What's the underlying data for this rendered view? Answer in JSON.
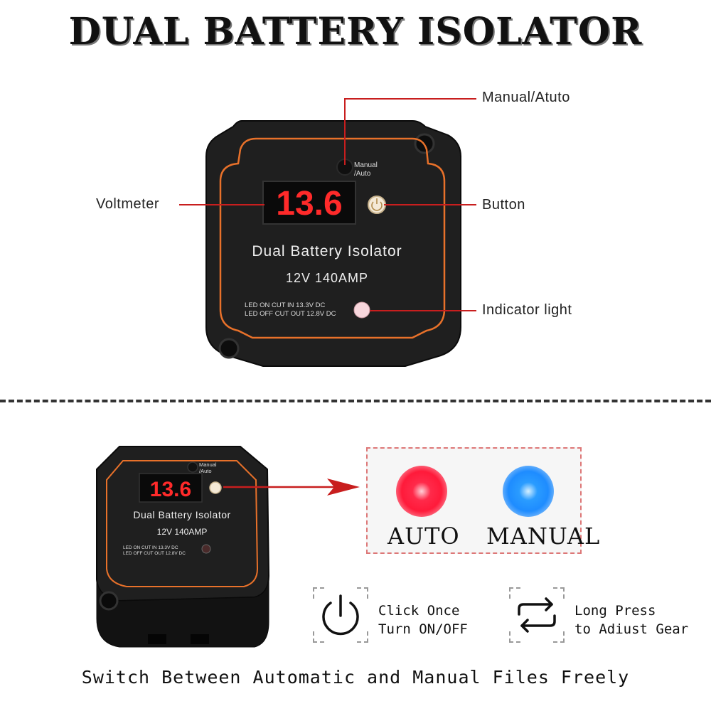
{
  "title": "DUAL BATTERY ISOLATOR",
  "callouts": {
    "manual_auto": "Manual/Atuto",
    "voltmeter": "Voltmeter",
    "button": "Button",
    "indicator": "Indicator light"
  },
  "device": {
    "display_value": "13.6",
    "button_label_line1": "Manual",
    "button_label_line2": "/Auto",
    "product_name": "Dual Battery Isolator",
    "rating": "12V  140AMP",
    "led_on_text": "LED ON CUT IN 13.3V DC",
    "led_off_text": "LED OFF CUT OUT 12.8V DC"
  },
  "modes": {
    "auto_label": "AUTO",
    "manual_label": "MANUAL",
    "auto_color": "#ff1a3a",
    "manual_color": "#1e8cff"
  },
  "actions": {
    "click_line1": "Click Once",
    "click_line2": "Turn ON/OFF",
    "press_line1": "Long Press",
    "press_line2": "to Adiust Gear",
    "power_icon": "power-icon",
    "swap_icon": "swap-arrows-icon"
  },
  "footer": "Switch Between Automatic and Manual Files Freely",
  "colors": {
    "accent_orange": "#e8712a",
    "leader_red": "#c81e1e",
    "device_body": "#1c1c1c",
    "display_red": "#ff2a2a"
  }
}
